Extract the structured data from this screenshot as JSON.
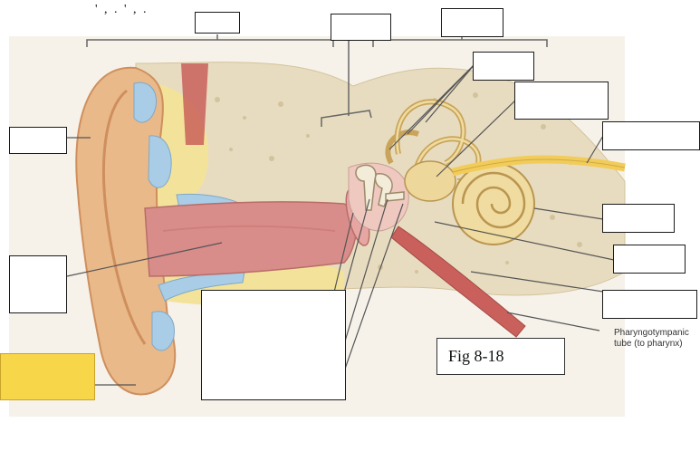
{
  "figure": {
    "caption": "Fig 8-18",
    "pharyngotympanic_label_line1": "Pharyngotympanic",
    "pharyngotympanic_label_line2": "tube (to pharynx)",
    "region_header_text": "' ,       .   '          ,         .      "
  },
  "colors": {
    "bone": "#e8dcc0",
    "bone_spots": "#c9b98f",
    "skin": "#e9b98a",
    "skin_shadow": "#cf8f5d",
    "cartilage": "#a9cde6",
    "fat": "#f3e39a",
    "canal": "#d98d8a",
    "nerve": "#f2cc5a",
    "highlight_label": "#f7d64a"
  }
}
